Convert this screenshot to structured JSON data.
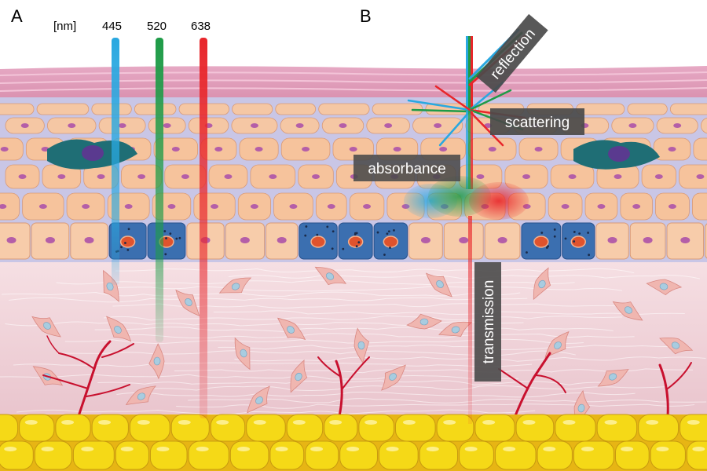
{
  "panels": {
    "a": "A",
    "b": "B"
  },
  "panel_a": {
    "unit": "[nm]",
    "wavelengths": [
      {
        "label": "445",
        "color": "#29a8e0"
      },
      {
        "label": "520",
        "color": "#1e9b47"
      },
      {
        "label": "638",
        "color": "#e8262b"
      }
    ]
  },
  "panel_b": {
    "reflection": "reflection",
    "scattering": "scattering",
    "absorbance": "absorbance",
    "transmission": "transmission"
  },
  "colors": {
    "blue_beam": "#29a8e0",
    "green_beam": "#1e9b47",
    "red_beam": "#e8262b",
    "label_box": "#4a4a4a",
    "label_text": "#ffffff",
    "stratum_corneum": "#d98fae",
    "epidermis_cell": "#f5c7a4",
    "basal_cell": "#3b6fb0",
    "dermis": "#f1d5da",
    "fat": "#f3d51e",
    "capillary": "#c8102e"
  }
}
